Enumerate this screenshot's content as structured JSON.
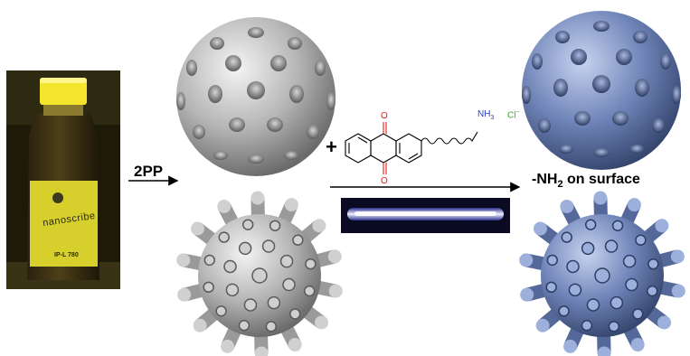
{
  "labels": {
    "process": "2PP",
    "plus": "+",
    "surface_prefix": "-NH",
    "surface_sub": "2",
    "surface_suffix": " on surface",
    "amine_prefix": "NH",
    "amine_sub": "3",
    "counterion": "Cl",
    "counterion_charge": "−",
    "carbonyl_o": "O"
  },
  "bottle": {
    "brand": "nanoscribe",
    "code": "IP-L 780"
  },
  "colors": {
    "uncoated": "#b8b8b8",
    "coated": "#5e74a8",
    "bottle_cap": "#f2e52b",
    "bottle_label": "#d6cf2c",
    "oxygen": "#e02020",
    "amine": "#2b3fc9",
    "chloride": "#3aa52a",
    "uv_lamp": "#c9d6ff"
  }
}
